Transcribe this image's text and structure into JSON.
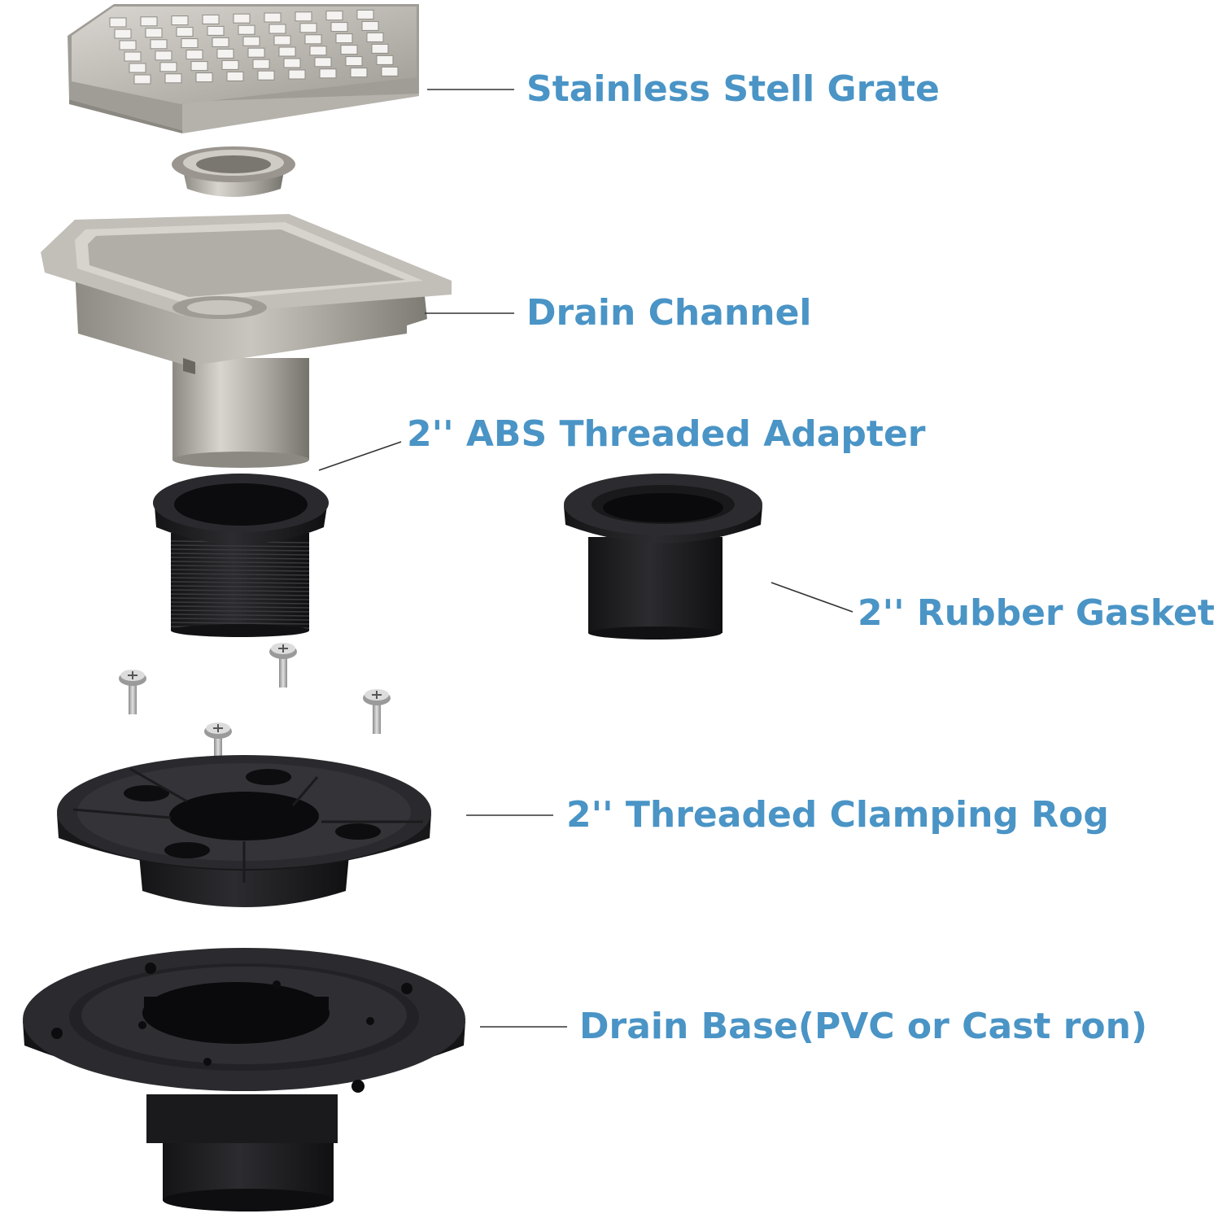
{
  "labels": {
    "grate": "Stainless Stell Grate",
    "channel": "Drain Channel",
    "adapter": "2'' ABS Threaded Adapter",
    "gasket": "2'' Rubber Gasket",
    "clamping": "2'' Threaded Clamping Rog",
    "base": "Drain Base(PVC or Cast ron)"
  },
  "colors": {
    "label": "#4a94c6",
    "steel": "#b8b4ae",
    "black_part": "#1c1c1e",
    "leader": "#333333"
  }
}
